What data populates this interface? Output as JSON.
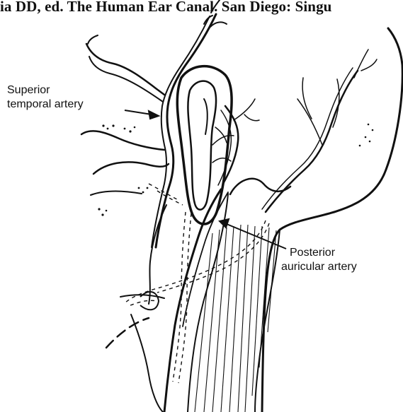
{
  "header": {
    "text": "ia DD, ed. The Human Ear Canal. San Diego: Singu"
  },
  "labels": {
    "superior_temporal_artery": {
      "line1": "Superior",
      "line2": "temporal artery"
    },
    "posterior_auricular_artery": {
      "line1": "Posterior",
      "line2": "auricular artery"
    }
  },
  "colors": {
    "ink": "#111111",
    "background": "#ffffff"
  }
}
